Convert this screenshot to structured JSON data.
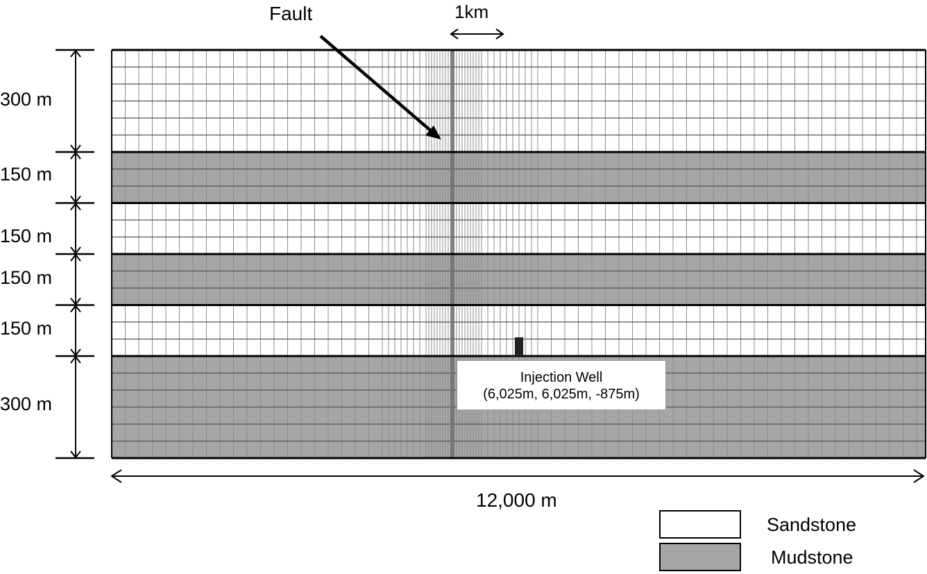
{
  "annotations": {
    "fault_label": "Fault",
    "scale_bar_label": "1km",
    "width_label": "12,000 m"
  },
  "layers": [
    {
      "thickness_label": "300 m",
      "lithology": "Sandstone",
      "thickness_m": 300,
      "sublayers": 6
    },
    {
      "thickness_label": "150 m",
      "lithology": "Mudstone",
      "thickness_m": 150,
      "sublayers": 3
    },
    {
      "thickness_label": "150 m",
      "lithology": "Sandstone",
      "thickness_m": 150,
      "sublayers": 3
    },
    {
      "thickness_label": "150 m",
      "lithology": "Mudstone",
      "thickness_m": 150,
      "sublayers": 3
    },
    {
      "thickness_label": "150 m",
      "lithology": "Sandstone",
      "thickness_m": 150,
      "sublayers": 3
    },
    {
      "thickness_label": "300 m",
      "lithology": "Mudstone",
      "thickness_m": 300,
      "sublayers": 6
    }
  ],
  "well": {
    "title": "Injection Well",
    "coordinates": "(6,025m, 6,025m, -875m)"
  },
  "legend": {
    "sandstone": "Sandstone",
    "mudstone": "Mudstone"
  },
  "colors": {
    "sandstone": "#ffffff",
    "mudstone": "#a6a6a6",
    "grid_line": "#8c8c8c",
    "boundary": "#000000",
    "fault": "#6e6e6e"
  }
}
